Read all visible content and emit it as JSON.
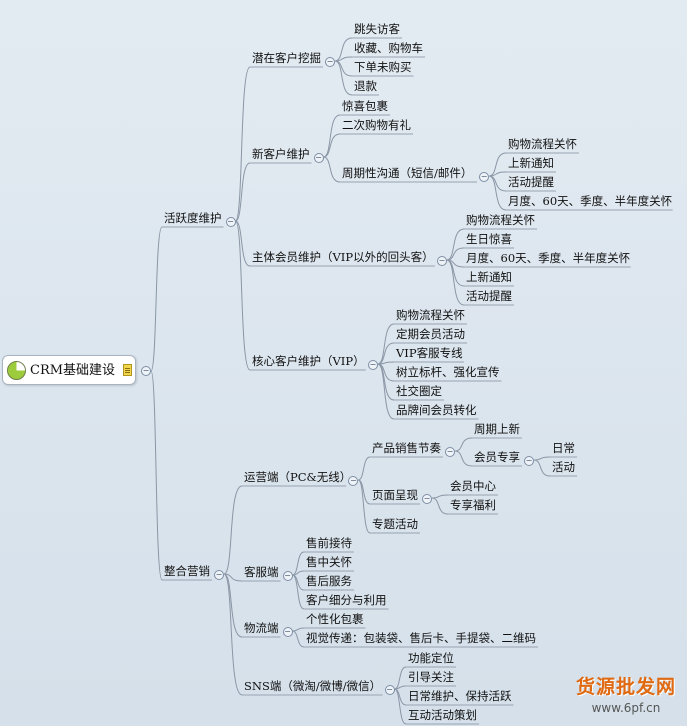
{
  "mindmap": {
    "root": "CRM基础建设",
    "branches": [
      {
        "label": "活跃度维护",
        "children": [
          {
            "label": "潜在客户挖掘",
            "children": [
              {
                "label": "跳失访客"
              },
              {
                "label": "收藏、购物车"
              },
              {
                "label": "下单未购买"
              },
              {
                "label": "退款"
              }
            ]
          },
          {
            "label": "新客户维护",
            "children": [
              {
                "label": "惊喜包裹"
              },
              {
                "label": "二次购物有礼"
              },
              {
                "label": "周期性沟通（短信/邮件）",
                "children": [
                  {
                    "label": "购物流程关怀"
                  },
                  {
                    "label": "上新通知"
                  },
                  {
                    "label": "活动提醒"
                  },
                  {
                    "label": "月度、60天、季度、半年度关怀"
                  }
                ]
              }
            ]
          },
          {
            "label": "主体会员维护（VIP以外的回头客）",
            "children": [
              {
                "label": "购物流程关怀"
              },
              {
                "label": "生日惊喜"
              },
              {
                "label": "月度、60天、季度、半年度关怀"
              },
              {
                "label": "上新通知"
              },
              {
                "label": "活动提醒"
              }
            ]
          },
          {
            "label": "核心客户维护（VIP）",
            "children": [
              {
                "label": "购物流程关怀"
              },
              {
                "label": "定期会员活动"
              },
              {
                "label": "VIP客服专线"
              },
              {
                "label": "树立标杆、强化宣传"
              },
              {
                "label": "社交圈定"
              },
              {
                "label": "品牌间会员转化"
              }
            ]
          }
        ]
      },
      {
        "label": "整合营销",
        "children": [
          {
            "label": "运营端（PC&无线）",
            "children": [
              {
                "label": "产品销售节奏",
                "children": [
                  {
                    "label": "周期上新"
                  },
                  {
                    "label": "会员专享",
                    "children": [
                      {
                        "label": "日常"
                      },
                      {
                        "label": "活动"
                      }
                    ]
                  }
                ]
              },
              {
                "label": "页面呈现",
                "children": [
                  {
                    "label": "会员中心"
                  },
                  {
                    "label": "专享福利"
                  }
                ]
              },
              {
                "label": "专题活动"
              }
            ]
          },
          {
            "label": "客服端",
            "children": [
              {
                "label": "售前接待"
              },
              {
                "label": "售中关怀"
              },
              {
                "label": "售后服务"
              },
              {
                "label": "客户细分与利用"
              }
            ]
          },
          {
            "label": "物流端",
            "children": [
              {
                "label": "个性化包裹"
              },
              {
                "label": "视觉传递：包装袋、售后卡、手提袋、二维码"
              }
            ]
          },
          {
            "label": "SNS端（微淘/微博/微信）",
            "children": [
              {
                "label": "功能定位"
              },
              {
                "label": "引导关注"
              },
              {
                "label": "日常维护、保持活跃"
              },
              {
                "label": "互动活动策划"
              }
            ]
          }
        ]
      }
    ]
  },
  "watermark": {
    "text": "货源批发网",
    "url": "www.6pf.cn"
  },
  "colors": {
    "line": "#8a96a6",
    "underline": "#98a3b2",
    "watermark": "#e06a12"
  }
}
